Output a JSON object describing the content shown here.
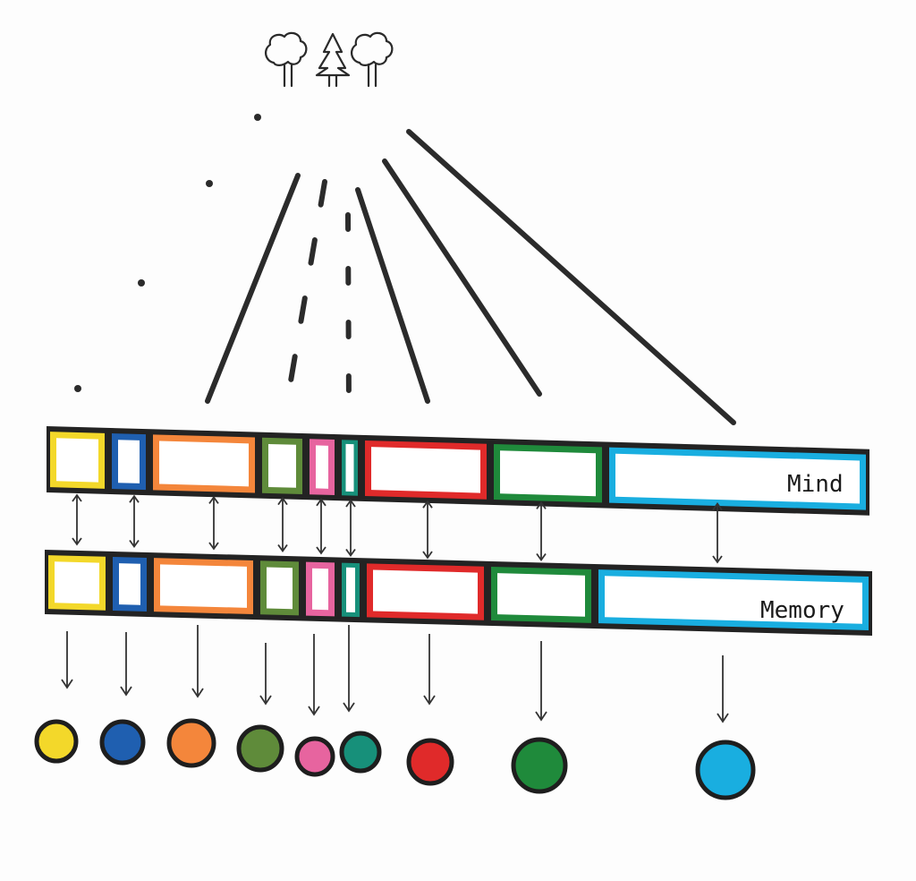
{
  "mind_label": "Mind",
  "memory_label": "Memory",
  "segment_colors": [
    {
      "name": "yellow",
      "color": "#f3d82a"
    },
    {
      "name": "blue",
      "color": "#1f5fb0"
    },
    {
      "name": "orange",
      "color": "#f4863b"
    },
    {
      "name": "olive-green",
      "color": "#5f8b3a"
    },
    {
      "name": "pink",
      "color": "#e7649f"
    },
    {
      "name": "teal",
      "color": "#17907a"
    },
    {
      "name": "red",
      "color": "#e02a2a"
    },
    {
      "name": "green",
      "color": "#1f8a3b"
    },
    {
      "name": "cyan",
      "color": "#19aee0"
    }
  ],
  "icons": [
    "tree-icon",
    "pine-tree-icon",
    "tree-icon"
  ]
}
